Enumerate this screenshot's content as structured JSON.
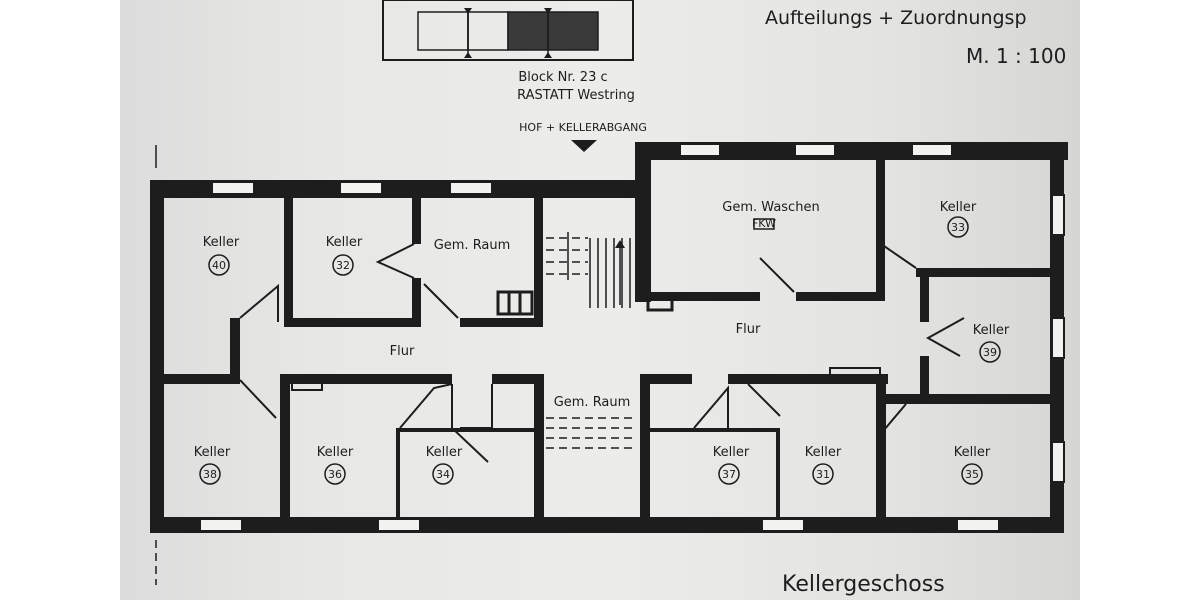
{
  "header": {
    "title": "Aufteilungs + Zuordnungsp",
    "scale": "M. 1 : 100",
    "block": "Block Nr. 23 c",
    "location": "RASTATT  Westring"
  },
  "entrance_label": "HOF + KELLERABGANG",
  "floor_name": "Kellergeschoss",
  "rooms": {
    "keller_40": {
      "label": "Keller",
      "number": "40"
    },
    "keller_32": {
      "label": "Keller",
      "number": "32"
    },
    "gem_raum_top": {
      "label": "Gem. Raum"
    },
    "gem_waschen": {
      "label": "Gem. Waschen",
      "tag": "FKW"
    },
    "keller_33": {
      "label": "Keller",
      "number": "33"
    },
    "keller_39": {
      "label": "Keller",
      "number": "39"
    },
    "flur_left": {
      "label": "Flur"
    },
    "flur_right": {
      "label": "Flur"
    },
    "gem_raum_bottom": {
      "label": "Gem. Raum"
    },
    "keller_38": {
      "label": "Keller",
      "number": "38"
    },
    "keller_36": {
      "label": "Keller",
      "number": "36"
    },
    "keller_34": {
      "label": "Keller",
      "number": "34"
    },
    "keller_37": {
      "label": "Keller",
      "number": "37"
    },
    "keller_31": {
      "label": "Keller",
      "number": "31"
    },
    "keller_35": {
      "label": "Keller",
      "number": "35"
    }
  }
}
